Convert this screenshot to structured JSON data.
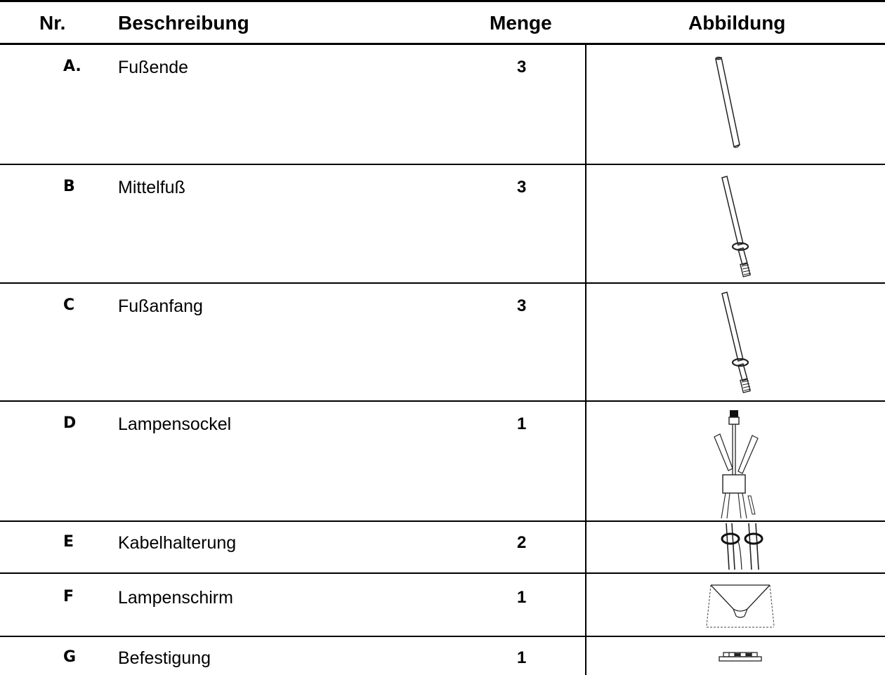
{
  "header": {
    "nr": "Nr.",
    "description": "Beschreibung",
    "quantity": "Menge",
    "image": "Abbildung"
  },
  "rows": [
    {
      "nr": "A.",
      "description": "Fußende",
      "quantity": "3",
      "icon": "straight-tube-icon"
    },
    {
      "nr": "B",
      "description": "Mittelfuß",
      "quantity": "3",
      "icon": "threaded-tube-icon"
    },
    {
      "nr": "C",
      "description": "Fußanfang",
      "quantity": "3",
      "icon": "threaded-tube-icon"
    },
    {
      "nr": "D",
      "description": "Lampensockel",
      "quantity": "1",
      "icon": "lamp-base-icon"
    },
    {
      "nr": "E",
      "description": "Kabelhalterung",
      "quantity": "2",
      "icon": "cable-holder-icon"
    },
    {
      "nr": "F",
      "description": "Lampenschirm",
      "quantity": "1",
      "icon": "lamp-shade-icon"
    },
    {
      "nr": "G",
      "description": "Befestigung",
      "quantity": "1",
      "icon": "mounting-bracket-icon"
    }
  ]
}
